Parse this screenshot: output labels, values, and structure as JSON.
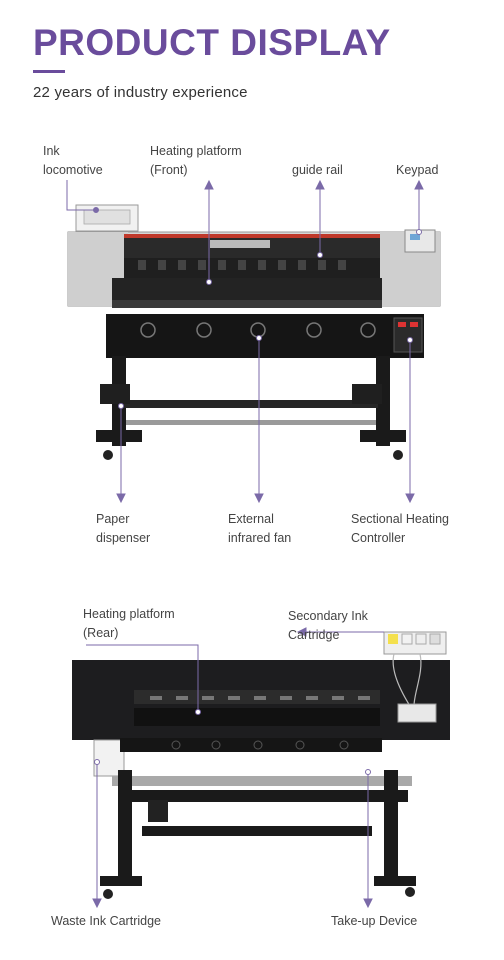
{
  "header": {
    "title": "PRODUCT DISPLAY",
    "subtitle": "22 years of industry experience"
  },
  "front_view": {
    "labels": {
      "ink_locomotive": "Ink\nlocomotive",
      "heating_platform_front": "Heating platform\n(Front)",
      "guide_rail": "guide rail",
      "keypad": "Keypad",
      "paper_dispenser": "Paper\ndispenser",
      "external_infrared_fan": "External\ninfrared fan",
      "sectional_heating_controller": "Sectional Heating\nController"
    }
  },
  "rear_view": {
    "labels": {
      "heating_platform_rear": "Heating platform\n(Rear)",
      "secondary_ink_cartridge": "Secondary Ink\nCartridge",
      "waste_ink_cartridge": "Waste Ink Cartridge",
      "take_up_device": "Take-up Device"
    }
  },
  "colors": {
    "accent": "#6a4c9c",
    "callout_line": "#7b6aa8",
    "machine_body": "#1d1d1f",
    "machine_panel": "#d9d9d9"
  }
}
